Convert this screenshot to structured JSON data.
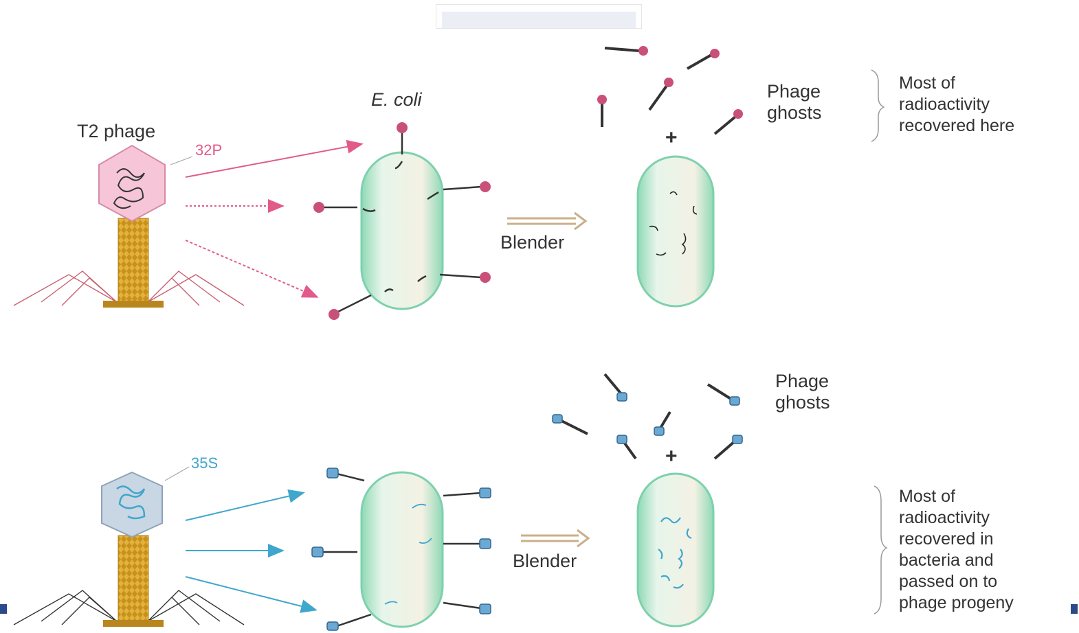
{
  "labels": {
    "t2_phage": "T2 phage",
    "ecoli": "E. coli",
    "isotope_top": "32P",
    "isotope_bottom": "35S",
    "blender_top": "Blender",
    "blender_bottom": "Blender",
    "plus_top": "+",
    "plus_bottom": "+",
    "ghosts_top_line1": "Phage",
    "ghosts_top_line2": "ghosts",
    "ghosts_bottom_line1": "Phage",
    "ghosts_bottom_line2": "ghosts",
    "note_top": [
      "Most of",
      "radioactivity",
      "recovered here"
    ],
    "note_bottom": [
      "Most of",
      "radioactivity",
      "recovered in",
      "bacteria and",
      "passed on to",
      "phage progeny"
    ]
  },
  "colors": {
    "top_label": "#e25a8a",
    "bottom_label": "#3fa6cc",
    "head_top": "#f6c6d8",
    "head_bottom": "#c9d6e4",
    "tail": "#d8a52a",
    "cell_fill": "#e9f6ee",
    "cell_stroke": "#7fd0ad"
  }
}
